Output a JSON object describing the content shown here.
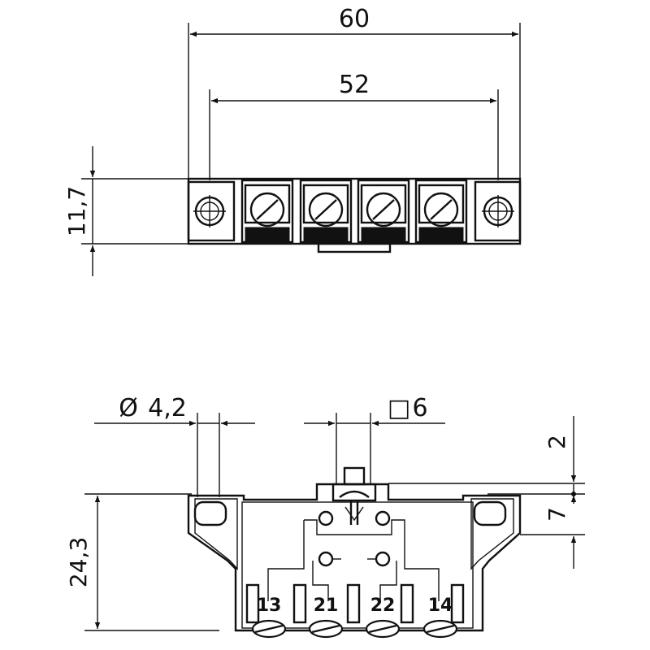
{
  "dimensions": {
    "overall_width": "60",
    "hole_spacing": "52",
    "height_top_view": "11,7",
    "hole_diameter": "4,2",
    "square_shaft": "6",
    "shaft_protrusion": "2",
    "flange_height": "7",
    "overall_height": "24,3"
  },
  "symbols": {
    "diameter": "Ø",
    "square": "□"
  },
  "terminals": [
    "13",
    "21",
    "22",
    "14"
  ],
  "colors": {
    "line": "#111111",
    "background": "#ffffff"
  }
}
